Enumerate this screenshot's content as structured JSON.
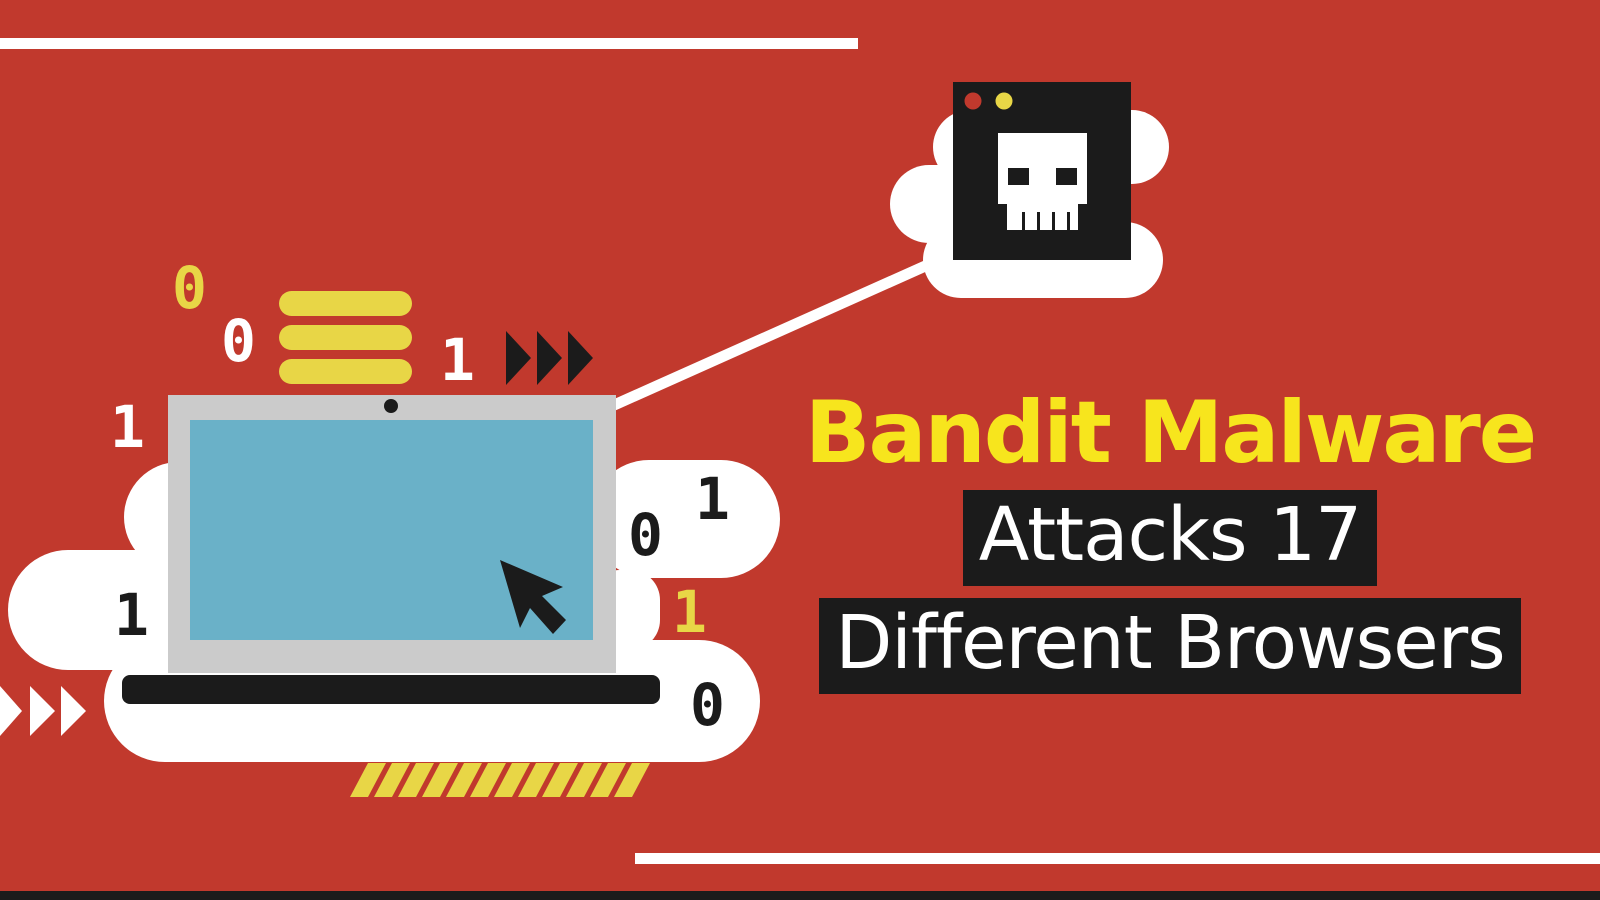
{
  "headline": {
    "title": "Bandit Malware",
    "line2": "Attacks 17",
    "line3": "Different Browsers"
  },
  "binary_digits": {
    "yellow_top": "0",
    "white_top": "0",
    "white_center": "1",
    "white_left": "1",
    "black_left": "1",
    "black_right_zero": "0",
    "black_right_one": "1",
    "yellow_right": "1",
    "black_bottom": "0"
  },
  "icons": [
    "skull-window-icon",
    "laptop-icon",
    "cursor-arrow-icon",
    "play-arrows-icon",
    "stacked-bars-icon"
  ],
  "colors": {
    "background": "#c1392d",
    "accent_yellow": "#f7e51d",
    "muted_yellow": "#e8d646",
    "screen_blue": "#6ab1c8",
    "dark": "#1b1b1b",
    "white": "#ffffff"
  }
}
